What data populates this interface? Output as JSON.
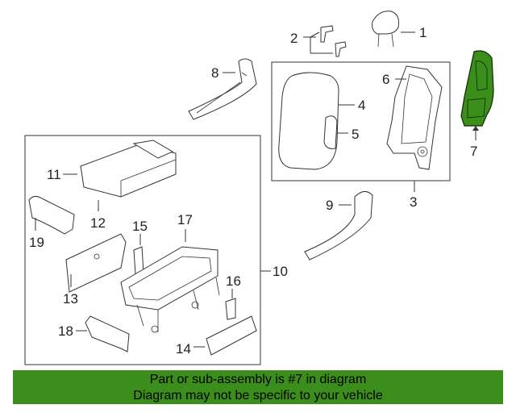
{
  "callouts": {
    "c1": "1",
    "c2": "2",
    "c3": "3",
    "c4": "4",
    "c5": "5",
    "c6": "6",
    "c7": "7",
    "c8": "8",
    "c9": "9",
    "c10": "10",
    "c11": "11",
    "c12": "12",
    "c13": "13",
    "c14": "14",
    "c15": "15",
    "c16": "16",
    "c17": "17",
    "c18": "18",
    "c19": "19"
  },
  "banner": {
    "line1": "Part or sub-assembly is #7 in diagram",
    "line2": "Diagram may not be specific to your vehicle"
  },
  "colors": {
    "highlight": "#3b8d1c",
    "line": "#333333"
  }
}
